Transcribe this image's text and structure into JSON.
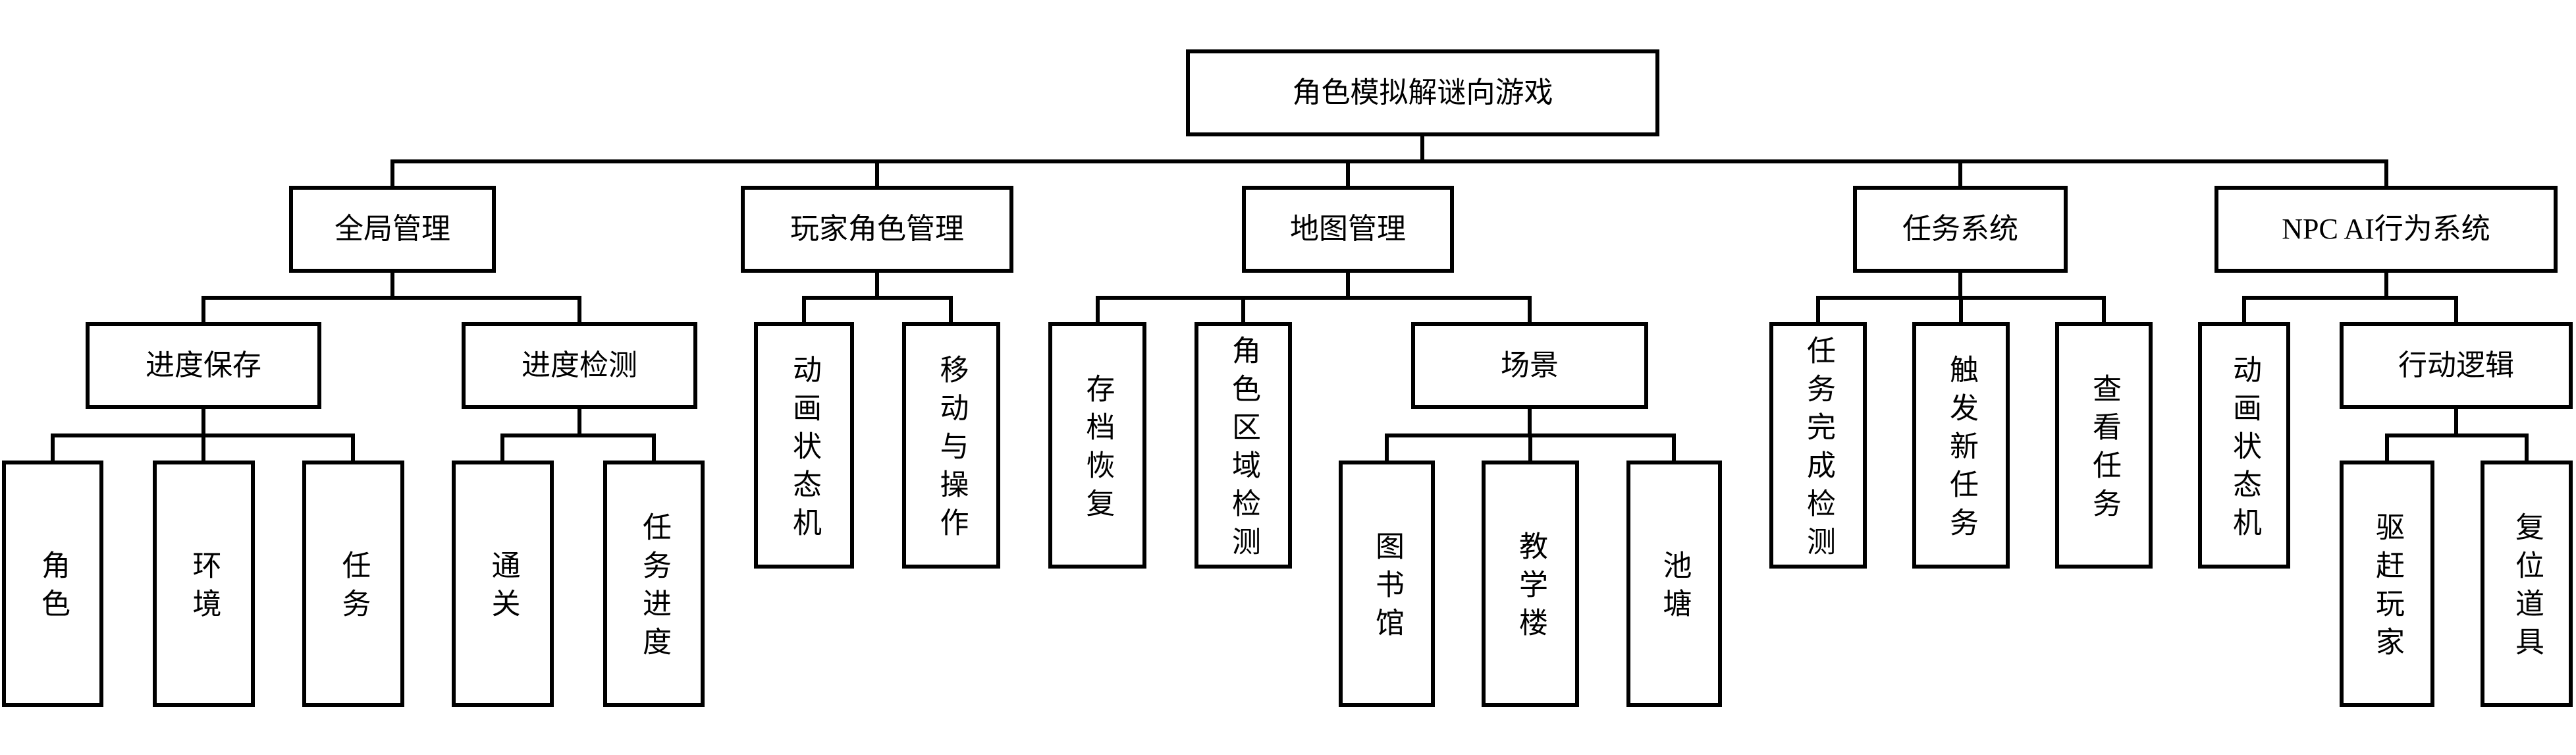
{
  "tree": {
    "label": "角色模拟解谜向游戏",
    "children": [
      {
        "label": "全局管理",
        "children": [
          {
            "label": "进度保存",
            "children": [
              {
                "label": "角色"
              },
              {
                "label": "环境"
              },
              {
                "label": "任务"
              }
            ]
          },
          {
            "label": "进度检测",
            "children": [
              {
                "label": "通关"
              },
              {
                "label": "任务进度"
              }
            ]
          }
        ]
      },
      {
        "label": "玩家角色管理",
        "children": [
          {
            "label": "动画状态机"
          },
          {
            "label": "移动与操作"
          }
        ]
      },
      {
        "label": "地图管理",
        "children": [
          {
            "label": "存档恢复"
          },
          {
            "label": "角色区域检测"
          },
          {
            "label": "场景",
            "children": [
              {
                "label": "图书馆"
              },
              {
                "label": "教学楼"
              },
              {
                "label": "池塘"
              }
            ]
          }
        ]
      },
      {
        "label": "任务系统",
        "children": [
          {
            "label": "任务完成检测"
          },
          {
            "label": "触发新任务"
          },
          {
            "label": "查看任务"
          }
        ]
      },
      {
        "label": "NPC AI行为系统",
        "children": [
          {
            "label": "动画状态机"
          },
          {
            "label": "行动逻辑",
            "children": [
              {
                "label": "驱赶玩家"
              },
              {
                "label": "复位道具"
              }
            ]
          }
        ]
      }
    ]
  }
}
